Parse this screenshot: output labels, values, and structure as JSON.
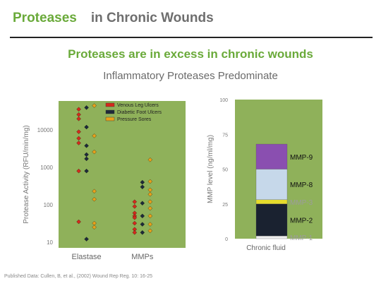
{
  "header": {
    "word1": "Proteases",
    "word2": "in Chronic Wounds"
  },
  "subtitle": "Proteases are in excess in chronic wounds",
  "subtitle2": "Inflammatory Proteases Predominate",
  "footnote": "Published Data: Cullen, B, et al., (2002) Wound Rep Reg. 10: 16-25",
  "colors": {
    "plot_bg": "#8fb15a",
    "venous": "#d42a1c",
    "diabetic": "#1e2a3a",
    "pressure": "#e8a11c",
    "mmp9": "#8a4fb0",
    "mmp8": "#c6d8ea",
    "mmp3": "#e5dc2c",
    "mmp2": "#1a2230",
    "mmp1": "#efefef"
  },
  "chart_data": [
    {
      "type": "scatter",
      "ylabel": "Protease Activity (RFU/min/mg)",
      "yscale": "log",
      "ylim": [
        7,
        60000
      ],
      "yticks": [
        "10",
        "100",
        "1000",
        "10000"
      ],
      "categories": [
        "Elastase",
        "MMPs"
      ],
      "legend": {
        "position": "top-right",
        "entries": [
          "Venous Leg Ulcers",
          "Diabetic Foot Ulcers",
          "Pressure Sores"
        ]
      },
      "series": [
        {
          "name": "Venous Leg Ulcers",
          "category": "Elastase",
          "values": [
            36000,
            26000,
            20000,
            9000,
            6000,
            4500,
            800,
            35
          ]
        },
        {
          "name": "Diabetic Foot Ulcers",
          "category": "Elastase",
          "values": [
            40000,
            12000,
            3800,
            2200,
            1700,
            800,
            12
          ]
        },
        {
          "name": "Pressure Sores",
          "category": "Elastase",
          "values": [
            45000,
            7000,
            2600,
            230,
            140,
            32,
            25
          ]
        },
        {
          "name": "Venous Leg Ulcers",
          "category": "MMPs",
          "values": [
            120,
            90,
            60,
            50,
            45,
            32,
            22,
            18
          ]
        },
        {
          "name": "Diabetic Foot Ulcers",
          "category": "MMPs",
          "values": [
            400,
            300,
            110,
            50,
            30,
            18
          ]
        },
        {
          "name": "Pressure Sores",
          "category": "MMPs",
          "values": [
            1600,
            420,
            250,
            190,
            120,
            80,
            50,
            30,
            20
          ]
        }
      ]
    },
    {
      "type": "bar",
      "stacked": true,
      "ylabel": "MMP level (ng/ml/mg)",
      "ylim": [
        0,
        100
      ],
      "yticks": [
        "0",
        "25",
        "50",
        "75",
        "100"
      ],
      "categories": [
        "Chronic fluid"
      ],
      "series": [
        {
          "name": "MMP-1",
          "value": 2
        },
        {
          "name": "MMP-2",
          "value": 23
        },
        {
          "name": "MMP-3",
          "value": 3
        },
        {
          "name": "MMP-8",
          "value": 22
        },
        {
          "name": "MMP-9",
          "value": 18
        }
      ]
    }
  ]
}
